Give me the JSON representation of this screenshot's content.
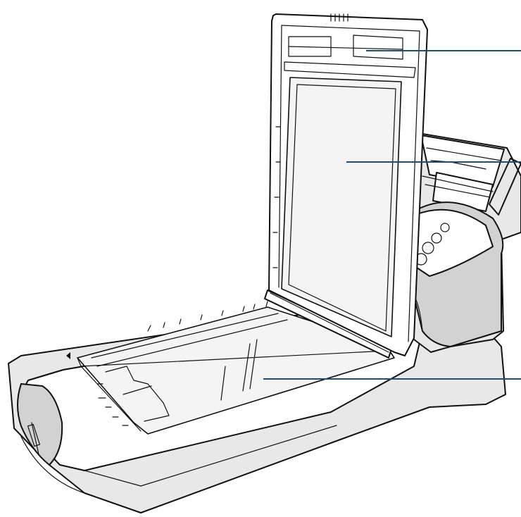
{
  "figure": {
    "subject": "flatbed-scanner-with-open-lid-and-adf-unit",
    "leader_line_color": "#1f4e6e",
    "callouts": [
      {
        "id": "lid-top-area"
      },
      {
        "id": "document-pad"
      },
      {
        "id": "document-glass"
      }
    ]
  }
}
